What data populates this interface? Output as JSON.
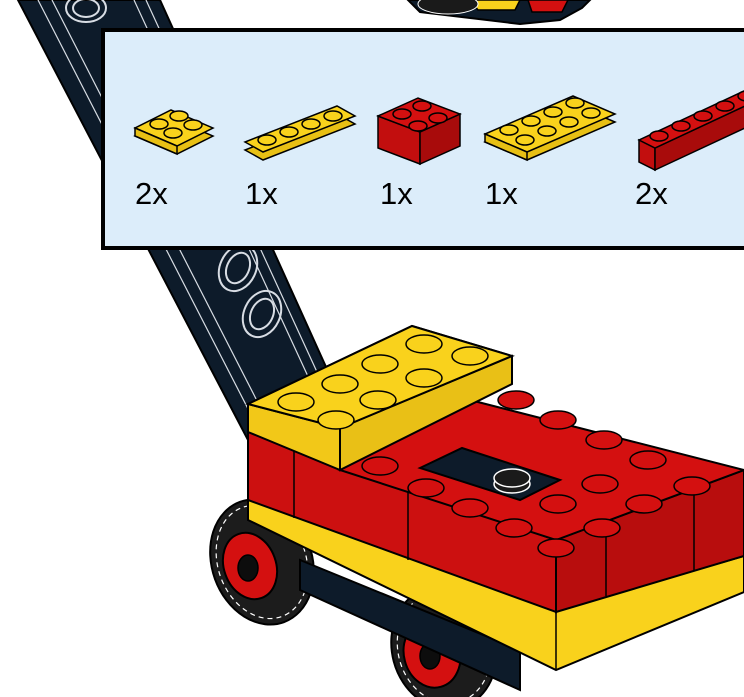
{
  "parts_list": {
    "items": [
      {
        "qty": "2x",
        "part": "yellow-plate-2x2-icon",
        "color": "#f9d21c"
      },
      {
        "qty": "1x",
        "part": "yellow-plate-1x4-icon",
        "color": "#f9d21c"
      },
      {
        "qty": "1x",
        "part": "red-brick-2x2-icon",
        "color": "#d41010"
      },
      {
        "qty": "1x",
        "part": "yellow-plate-2x4-icon",
        "color": "#f9d21c"
      },
      {
        "qty": "2x",
        "part": "red-brick-1x6-icon",
        "color": "#d41010"
      }
    ]
  },
  "colors": {
    "yellow": "#f9d21c",
    "red": "#d41010",
    "black": "#0d1b2a",
    "panel_bg": "#dcedfa"
  }
}
